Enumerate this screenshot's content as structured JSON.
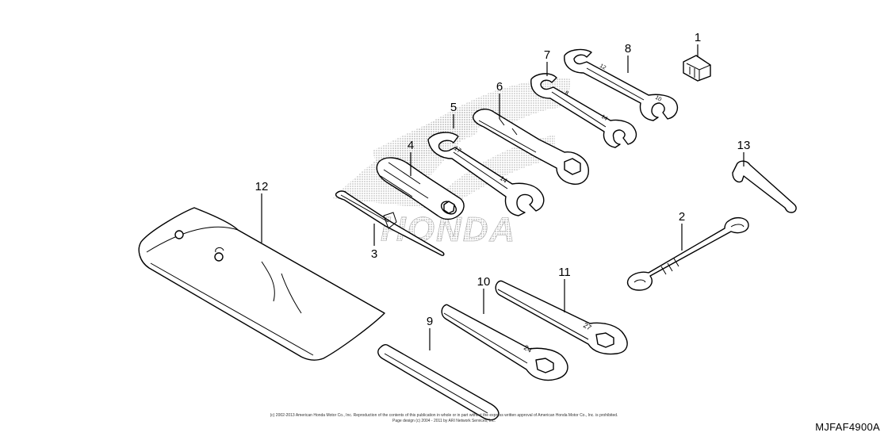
{
  "diagram": {
    "callouts": {
      "c1": "1",
      "c2": "2",
      "c3": "3",
      "c4": "4",
      "c5": "5",
      "c6": "6",
      "c7": "7",
      "c8": "8",
      "c9": "9",
      "c10": "10",
      "c11": "11",
      "c12": "12",
      "c13": "13"
    },
    "watermark": "HONDA",
    "wrench_markings": {
      "w8_a": "12",
      "w8_b": "10",
      "w7_a": "8",
      "w7_b": "14",
      "w5_a": "17",
      "w5_b": "14",
      "w11": "27",
      "w10": "24"
    }
  },
  "footer": {
    "copyright_line_1": "(c) 2002-2013 American Honda Motor Co., Inc. Reproduction of the contents of this publication in whole or in part without the express written approval of American Honda Motor Co., Inc. is prohibited.",
    "copyright_line_2": "Page design (c) 2004 - 2011 by ARI Network Services, Inc.",
    "drawing_id": "MJFAF4900A"
  },
  "colors": {
    "line": "#000000",
    "background": "#ffffff",
    "watermark": "#bdbdbd"
  }
}
